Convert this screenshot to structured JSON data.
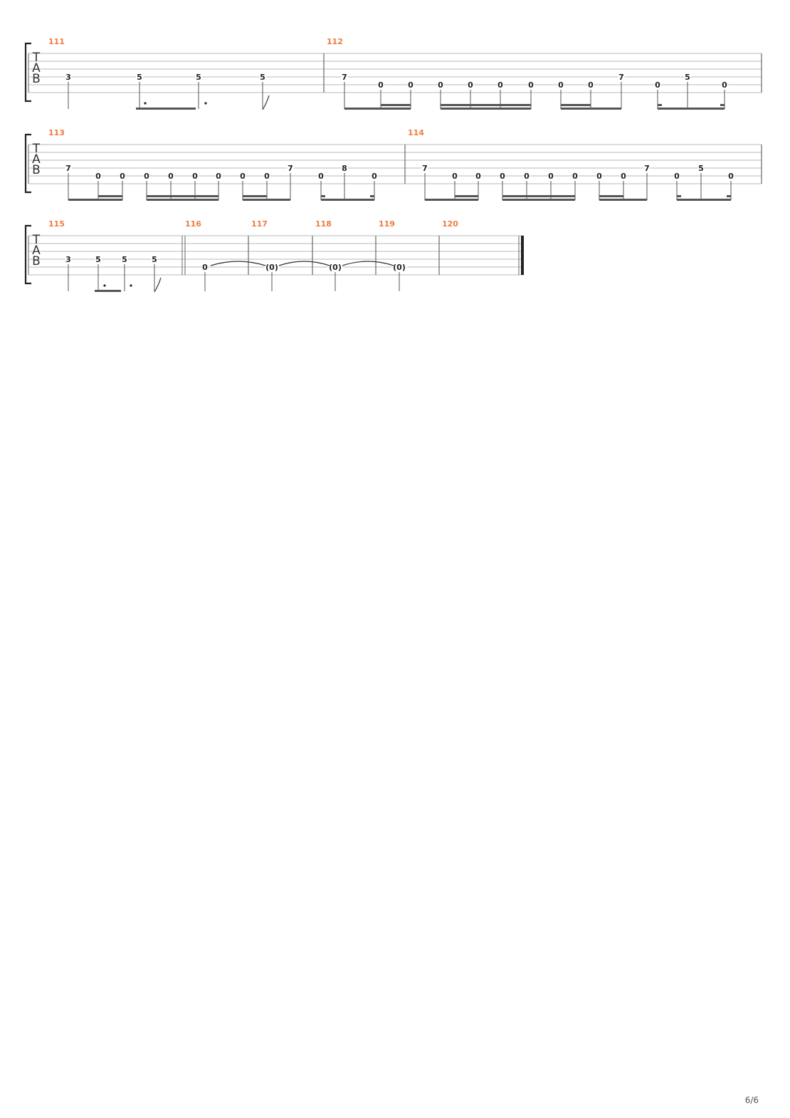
{
  "colors": {
    "bar_number": "#f07b3f",
    "staff_line": "#b8b8b8",
    "note": "#222222",
    "beam": "#555555"
  },
  "clef_letters": [
    "T",
    "A",
    "B"
  ],
  "page_number": "6/6",
  "systems": [
    {
      "measures": [
        {
          "number": "111",
          "notes": [
            {
              "s": 4,
              "f": "3"
            },
            {
              "s": 4,
              "f": "5"
            },
            {
              "s": 4,
              "f": "5"
            },
            {
              "s": 4,
              "f": "5"
            }
          ]
        },
        {
          "number": "112",
          "notes": [
            {
              "s": 4,
              "f": "7"
            },
            {
              "s": 5,
              "f": "0"
            },
            {
              "s": 5,
              "f": "0"
            },
            {
              "s": 5,
              "f": "0"
            },
            {
              "s": 5,
              "f": "0"
            },
            {
              "s": 5,
              "f": "0"
            },
            {
              "s": 5,
              "f": "0"
            },
            {
              "s": 5,
              "f": "0"
            },
            {
              "s": 5,
              "f": "0"
            },
            {
              "s": 4,
              "f": "7"
            },
            {
              "s": 5,
              "f": "0"
            },
            {
              "s": 4,
              "f": "5"
            },
            {
              "s": 5,
              "f": "0"
            }
          ]
        }
      ]
    },
    {
      "measures": [
        {
          "number": "113",
          "notes": [
            {
              "s": 4,
              "f": "7"
            },
            {
              "s": 5,
              "f": "0"
            },
            {
              "s": 5,
              "f": "0"
            },
            {
              "s": 5,
              "f": "0"
            },
            {
              "s": 5,
              "f": "0"
            },
            {
              "s": 5,
              "f": "0"
            },
            {
              "s": 5,
              "f": "0"
            },
            {
              "s": 5,
              "f": "0"
            },
            {
              "s": 5,
              "f": "0"
            },
            {
              "s": 4,
              "f": "7"
            },
            {
              "s": 5,
              "f": "0"
            },
            {
              "s": 4,
              "f": "8"
            },
            {
              "s": 5,
              "f": "0"
            }
          ]
        },
        {
          "number": "114",
          "notes": [
            {
              "s": 4,
              "f": "7"
            },
            {
              "s": 5,
              "f": "0"
            },
            {
              "s": 5,
              "f": "0"
            },
            {
              "s": 5,
              "f": "0"
            },
            {
              "s": 5,
              "f": "0"
            },
            {
              "s": 5,
              "f": "0"
            },
            {
              "s": 5,
              "f": "0"
            },
            {
              "s": 5,
              "f": "0"
            },
            {
              "s": 5,
              "f": "0"
            },
            {
              "s": 4,
              "f": "7"
            },
            {
              "s": 5,
              "f": "0"
            },
            {
              "s": 4,
              "f": "5"
            },
            {
              "s": 5,
              "f": "0"
            }
          ]
        }
      ]
    },
    {
      "measures": [
        {
          "number": "115",
          "notes": [
            {
              "s": 4,
              "f": "3"
            },
            {
              "s": 4,
              "f": "5"
            },
            {
              "s": 4,
              "f": "5"
            },
            {
              "s": 4,
              "f": "5"
            }
          ]
        },
        {
          "number": "116",
          "notes": [
            {
              "s": 5,
              "f": "0"
            }
          ]
        },
        {
          "number": "117",
          "notes": [
            {
              "s": 5,
              "f": "(0)"
            }
          ]
        },
        {
          "number": "118",
          "notes": [
            {
              "s": 5,
              "f": "(0)"
            }
          ]
        },
        {
          "number": "119",
          "notes": [
            {
              "s": 5,
              "f": "(0)"
            }
          ]
        },
        {
          "number": "120",
          "notes": []
        }
      ]
    }
  ]
}
